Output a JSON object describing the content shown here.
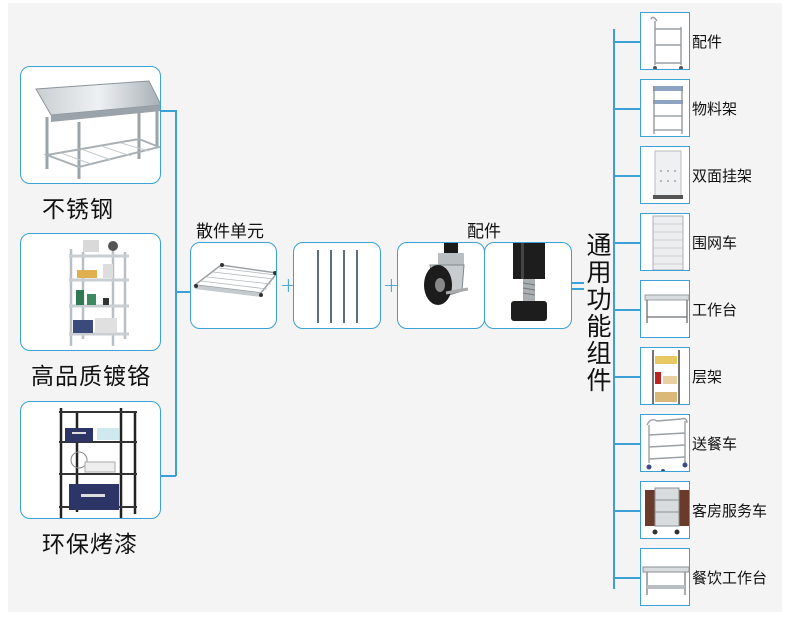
{
  "title": "通用功能组件",
  "materials": [
    {
      "label": "不锈钢",
      "image": "stainless-steel-table-icon"
    },
    {
      "label": "高品质镀铬",
      "image": "chrome-shelf-icon"
    },
    {
      "label": "环保烤漆",
      "image": "black-painted-shelf-icon"
    }
  ],
  "parts_group_label": "散件单元",
  "accessories_group_label": "配件",
  "parts": [
    {
      "name": "wire-shelf",
      "image": "wire-shelf-icon"
    },
    {
      "name": "poles",
      "image": "poles-icon"
    }
  ],
  "accessories": [
    {
      "name": "caster-wheel",
      "image": "caster-wheel-icon"
    },
    {
      "name": "leveling-foot",
      "image": "leveling-foot-icon"
    }
  ],
  "plus_sign": "+",
  "products": [
    {
      "label": "配件",
      "image": "trolley-icon"
    },
    {
      "label": "物料架",
      "image": "material-rack-icon"
    },
    {
      "label": "双面挂架",
      "image": "double-hanging-rack-icon"
    },
    {
      "label": "围网车",
      "image": "fenced-cart-icon"
    },
    {
      "label": "工作台",
      "image": "workbench-icon"
    },
    {
      "label": "层架",
      "image": "bookshelf-icon"
    },
    {
      "label": "送餐车",
      "image": "food-cart-icon"
    },
    {
      "label": "客房服务车",
      "image": "housekeeping-cart-icon"
    },
    {
      "label": "餐饮工作台",
      "image": "catering-workbench-icon"
    }
  ],
  "colors": {
    "accent": "#3aa0d6",
    "panel": "#f4f4f4"
  }
}
